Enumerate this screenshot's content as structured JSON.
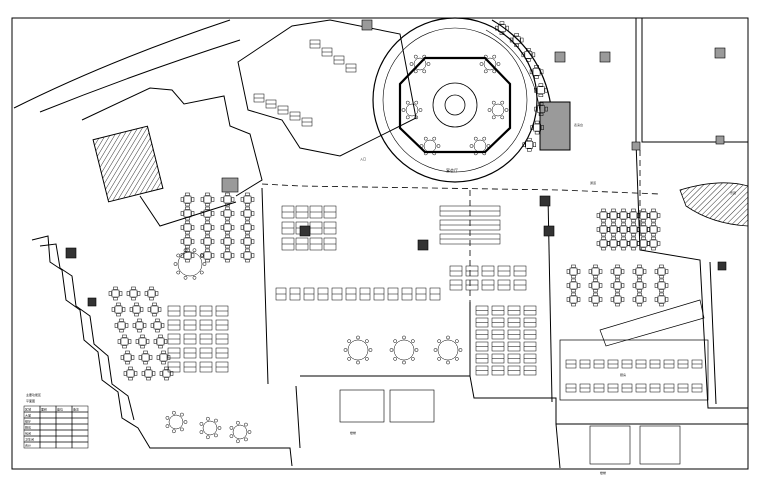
{
  "drawing": {
    "stroke_color": "#000000",
    "fill_dark": "#333333",
    "fill_gray": "#9a9a9a",
    "background": "#ffffff"
  },
  "legend": {
    "title": "主要功能区",
    "subtitle": "平面图",
    "rows": [
      [
        "区域",
        "面积",
        "座位",
        "备注"
      ],
      [
        "大堂",
        "",
        "",
        ""
      ],
      [
        "餐厅",
        "",
        "",
        ""
      ],
      [
        "厨房",
        "",
        "",
        ""
      ],
      [
        "包间",
        "",
        "",
        ""
      ],
      [
        "卫生间",
        "",
        "",
        ""
      ],
      [
        "合计",
        "",
        "",
        ""
      ]
    ]
  },
  "labels": {
    "banquet": "宴会厅",
    "stage_note": "表演台",
    "corridor_note": "通道",
    "kitchen": "厨房",
    "east_note": "景观",
    "north_note": "入口",
    "stair_a": "楼梯",
    "stair_b": "楼梯"
  }
}
